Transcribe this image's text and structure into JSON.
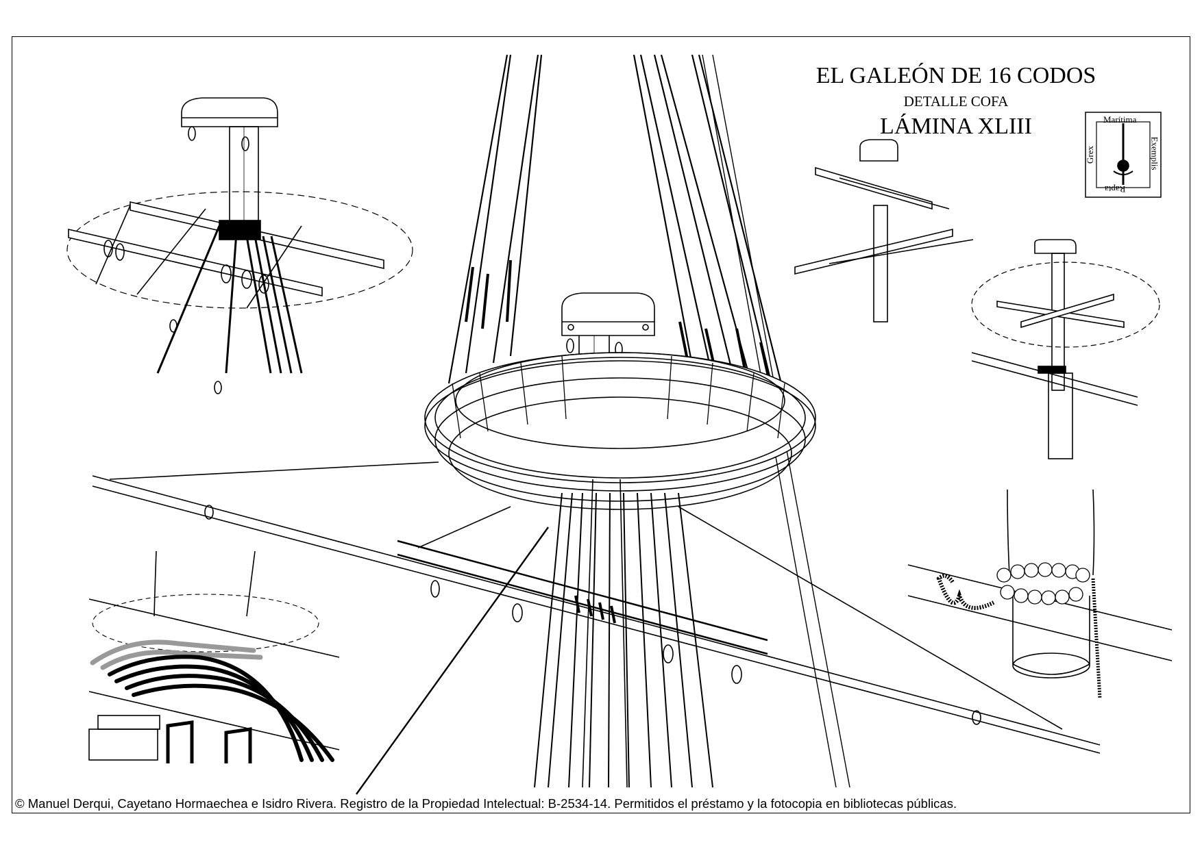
{
  "header": {
    "title": "EL GALEÓN DE 16 CODOS",
    "subtitle": "DETALLE COFA",
    "plate": "LÁMINA XLIII"
  },
  "emblem": {
    "top": "Marítima",
    "right": "Exemplis",
    "bottom": "Rapta",
    "left": "Grex"
  },
  "footer": {
    "credit": "© Manuel Derqui, Cayetano Hormaechea e Isidro Rivera. Registro de la Propiedad Intelectual: B-2534-14. Permitidos el préstamo y la fotocopia en bibliotecas públicas."
  }
}
